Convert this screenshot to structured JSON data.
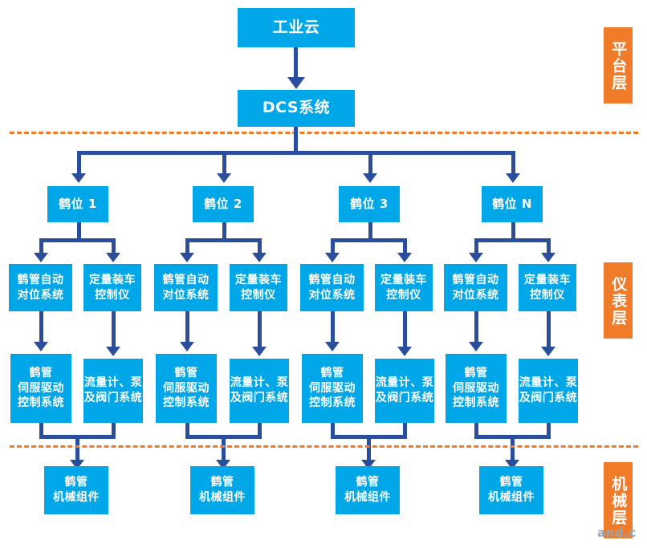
{
  "diagram": {
    "title_box": {
      "label": "工业云"
    },
    "dcs_box": {
      "label": "DCS系统"
    },
    "bays": [
      {
        "label": "鹤位 1"
      },
      {
        "label": "鹤位 2"
      },
      {
        "label": "鹤位 3"
      },
      {
        "label": "鹤位 N"
      }
    ],
    "instrument_boxes": [
      {
        "label": "鹤管自动\n对位系统"
      },
      {
        "label": "定量装车\n控制仪"
      },
      {
        "label": "鹤管自动\n对位系统"
      },
      {
        "label": "定量装车\n控制仪"
      },
      {
        "label": "鹤管自动\n对位系统"
      },
      {
        "label": "定量装车\n控制仪"
      },
      {
        "label": "鹤管自动\n对位系统"
      },
      {
        "label": "定量装车\n控制仪"
      }
    ],
    "device_boxes": [
      {
        "label": "鹤管\n伺服驱动\n控制系统"
      },
      {
        "label": "流量计、泵\n及阀门系统"
      },
      {
        "label": "鹤管\n伺服驱动\n控制系统"
      },
      {
        "label": "流量计、泵\n及阀门系统"
      },
      {
        "label": "鹤管\n伺服驱动\n控制系统"
      },
      {
        "label": "流量计、泵\n及阀门系统"
      },
      {
        "label": "鹤管\n伺服驱动\n控制系统"
      },
      {
        "label": "流量计、泵\n及阀门系统"
      }
    ],
    "mechanical_boxes": [
      {
        "label": "鹤管\n机械组件"
      },
      {
        "label": "鹤管\n机械组件"
      },
      {
        "label": "鹤管\n机械组件"
      },
      {
        "label": "鹤管\n机械组件"
      }
    ],
    "layers": [
      {
        "label": "平台层"
      },
      {
        "label": "仪表层"
      },
      {
        "label": "机械层"
      }
    ],
    "watermark": "and.c",
    "colors": {
      "box_blue": "#00a7e8",
      "connector_navy": "#2a4e9b",
      "layer_orange": "#f07b28",
      "divider_orange": "#f07b28",
      "box_text": "#ffffff"
    }
  }
}
